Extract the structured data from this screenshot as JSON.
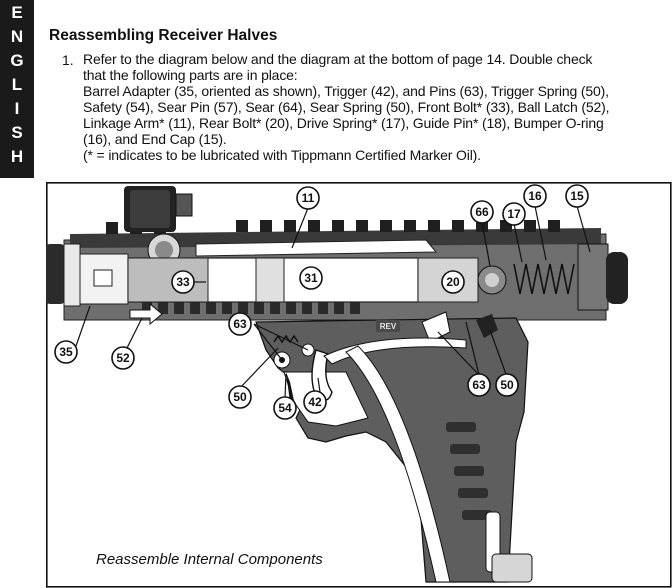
{
  "side_tab": {
    "letters": [
      "E",
      "N",
      "G",
      "L",
      "I",
      "S",
      "H"
    ],
    "background": "#1a1a1a",
    "text_color": "#ffffff"
  },
  "section": {
    "heading": "Reassembling Receiver Halves",
    "step_number": "1.",
    "step_lines": [
      "Refer to the diagram below and the diagram at the bottom of page 14. Double check",
      "that the following parts are in place:",
      "Barrel Adapter (35, oriented as shown), Trigger (42), and Pins (63), Trigger Spring (50),",
      "Safety (54), Sear Pin (57), Sear (64), Sear Spring (50), Front Bolt* (33), Ball Latch (52),",
      "Linkage Arm* (11), Rear Bolt* (20), Drive Spring* (17), Guide Pin* (18), Bumper O-ring",
      "(16), and End Cap (15).",
      "(* = indicates to be lubricated with Tippmann Certified Marker Oil)."
    ]
  },
  "diagram": {
    "caption": "Reassemble Internal Components",
    "stamp": "REV",
    "callouts": [
      "11",
      "66",
      "17",
      "16",
      "15",
      "33",
      "31",
      "20",
      "63",
      "35",
      "52",
      "50",
      "54",
      "42",
      "63",
      "50"
    ]
  }
}
